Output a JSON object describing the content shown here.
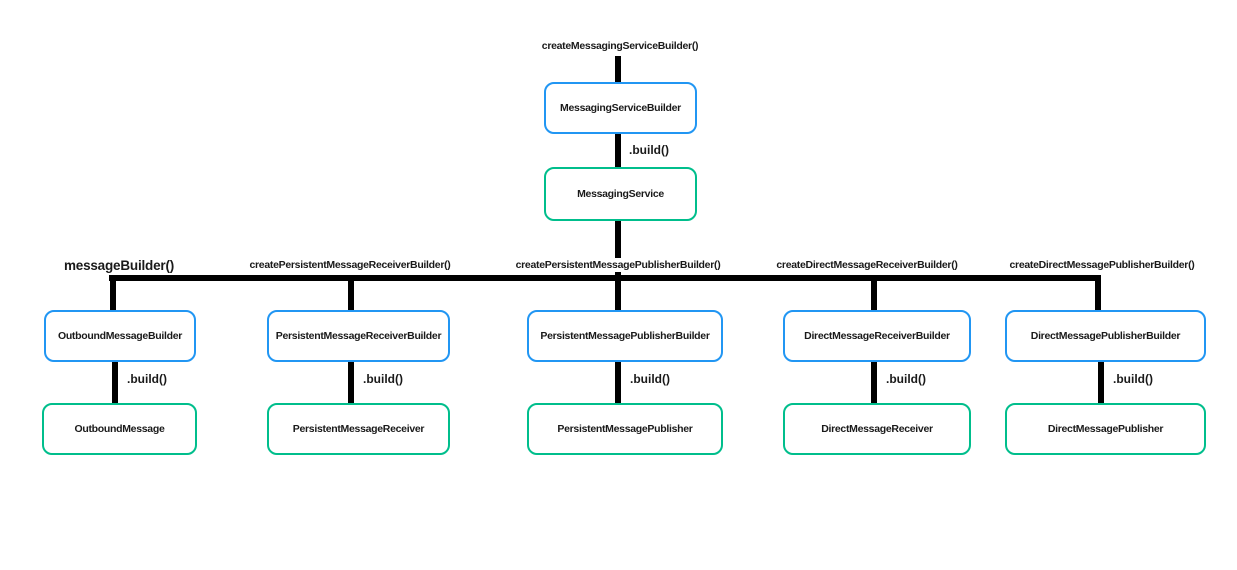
{
  "diagram": {
    "type": "tree",
    "colors": {
      "builder_border": "#2196F3",
      "product_border": "#00BE8C",
      "connector": "#000000",
      "text": "#1A1A1A",
      "background": "#FFFFFF"
    },
    "root": {
      "call_label": "createMessagingServiceBuilder()",
      "builder_label": "MessagingServiceBuilder",
      "build_label": ".build()",
      "product_label": "MessagingService"
    },
    "branches": [
      {
        "call_label": "messageBuilder()",
        "builder_label": "OutboundMessageBuilder",
        "build_label": ".build()",
        "product_label": "OutboundMessage"
      },
      {
        "call_label": "createPersistentMessageReceiverBuilder()",
        "builder_label": "PersistentMessageReceiverBuilder",
        "build_label": ".build()",
        "product_label": "PersistentMessageReceiver"
      },
      {
        "call_label": "createPersistentMessagePublisherBuilder()",
        "builder_label": "PersistentMessagePublisherBuilder",
        "build_label": ".build()",
        "product_label": "PersistentMessagePublisher"
      },
      {
        "call_label": "createDirectMessageReceiverBuilder()",
        "builder_label": "DirectMessageReceiverBuilder",
        "build_label": ".build()",
        "product_label": "DirectMessageReceiver"
      },
      {
        "call_label": "createDirectMessagePublisherBuilder()",
        "builder_label": "DirectMessagePublisherBuilder",
        "build_label": ".build()",
        "product_label": "DirectMessagePublisher"
      }
    ]
  }
}
